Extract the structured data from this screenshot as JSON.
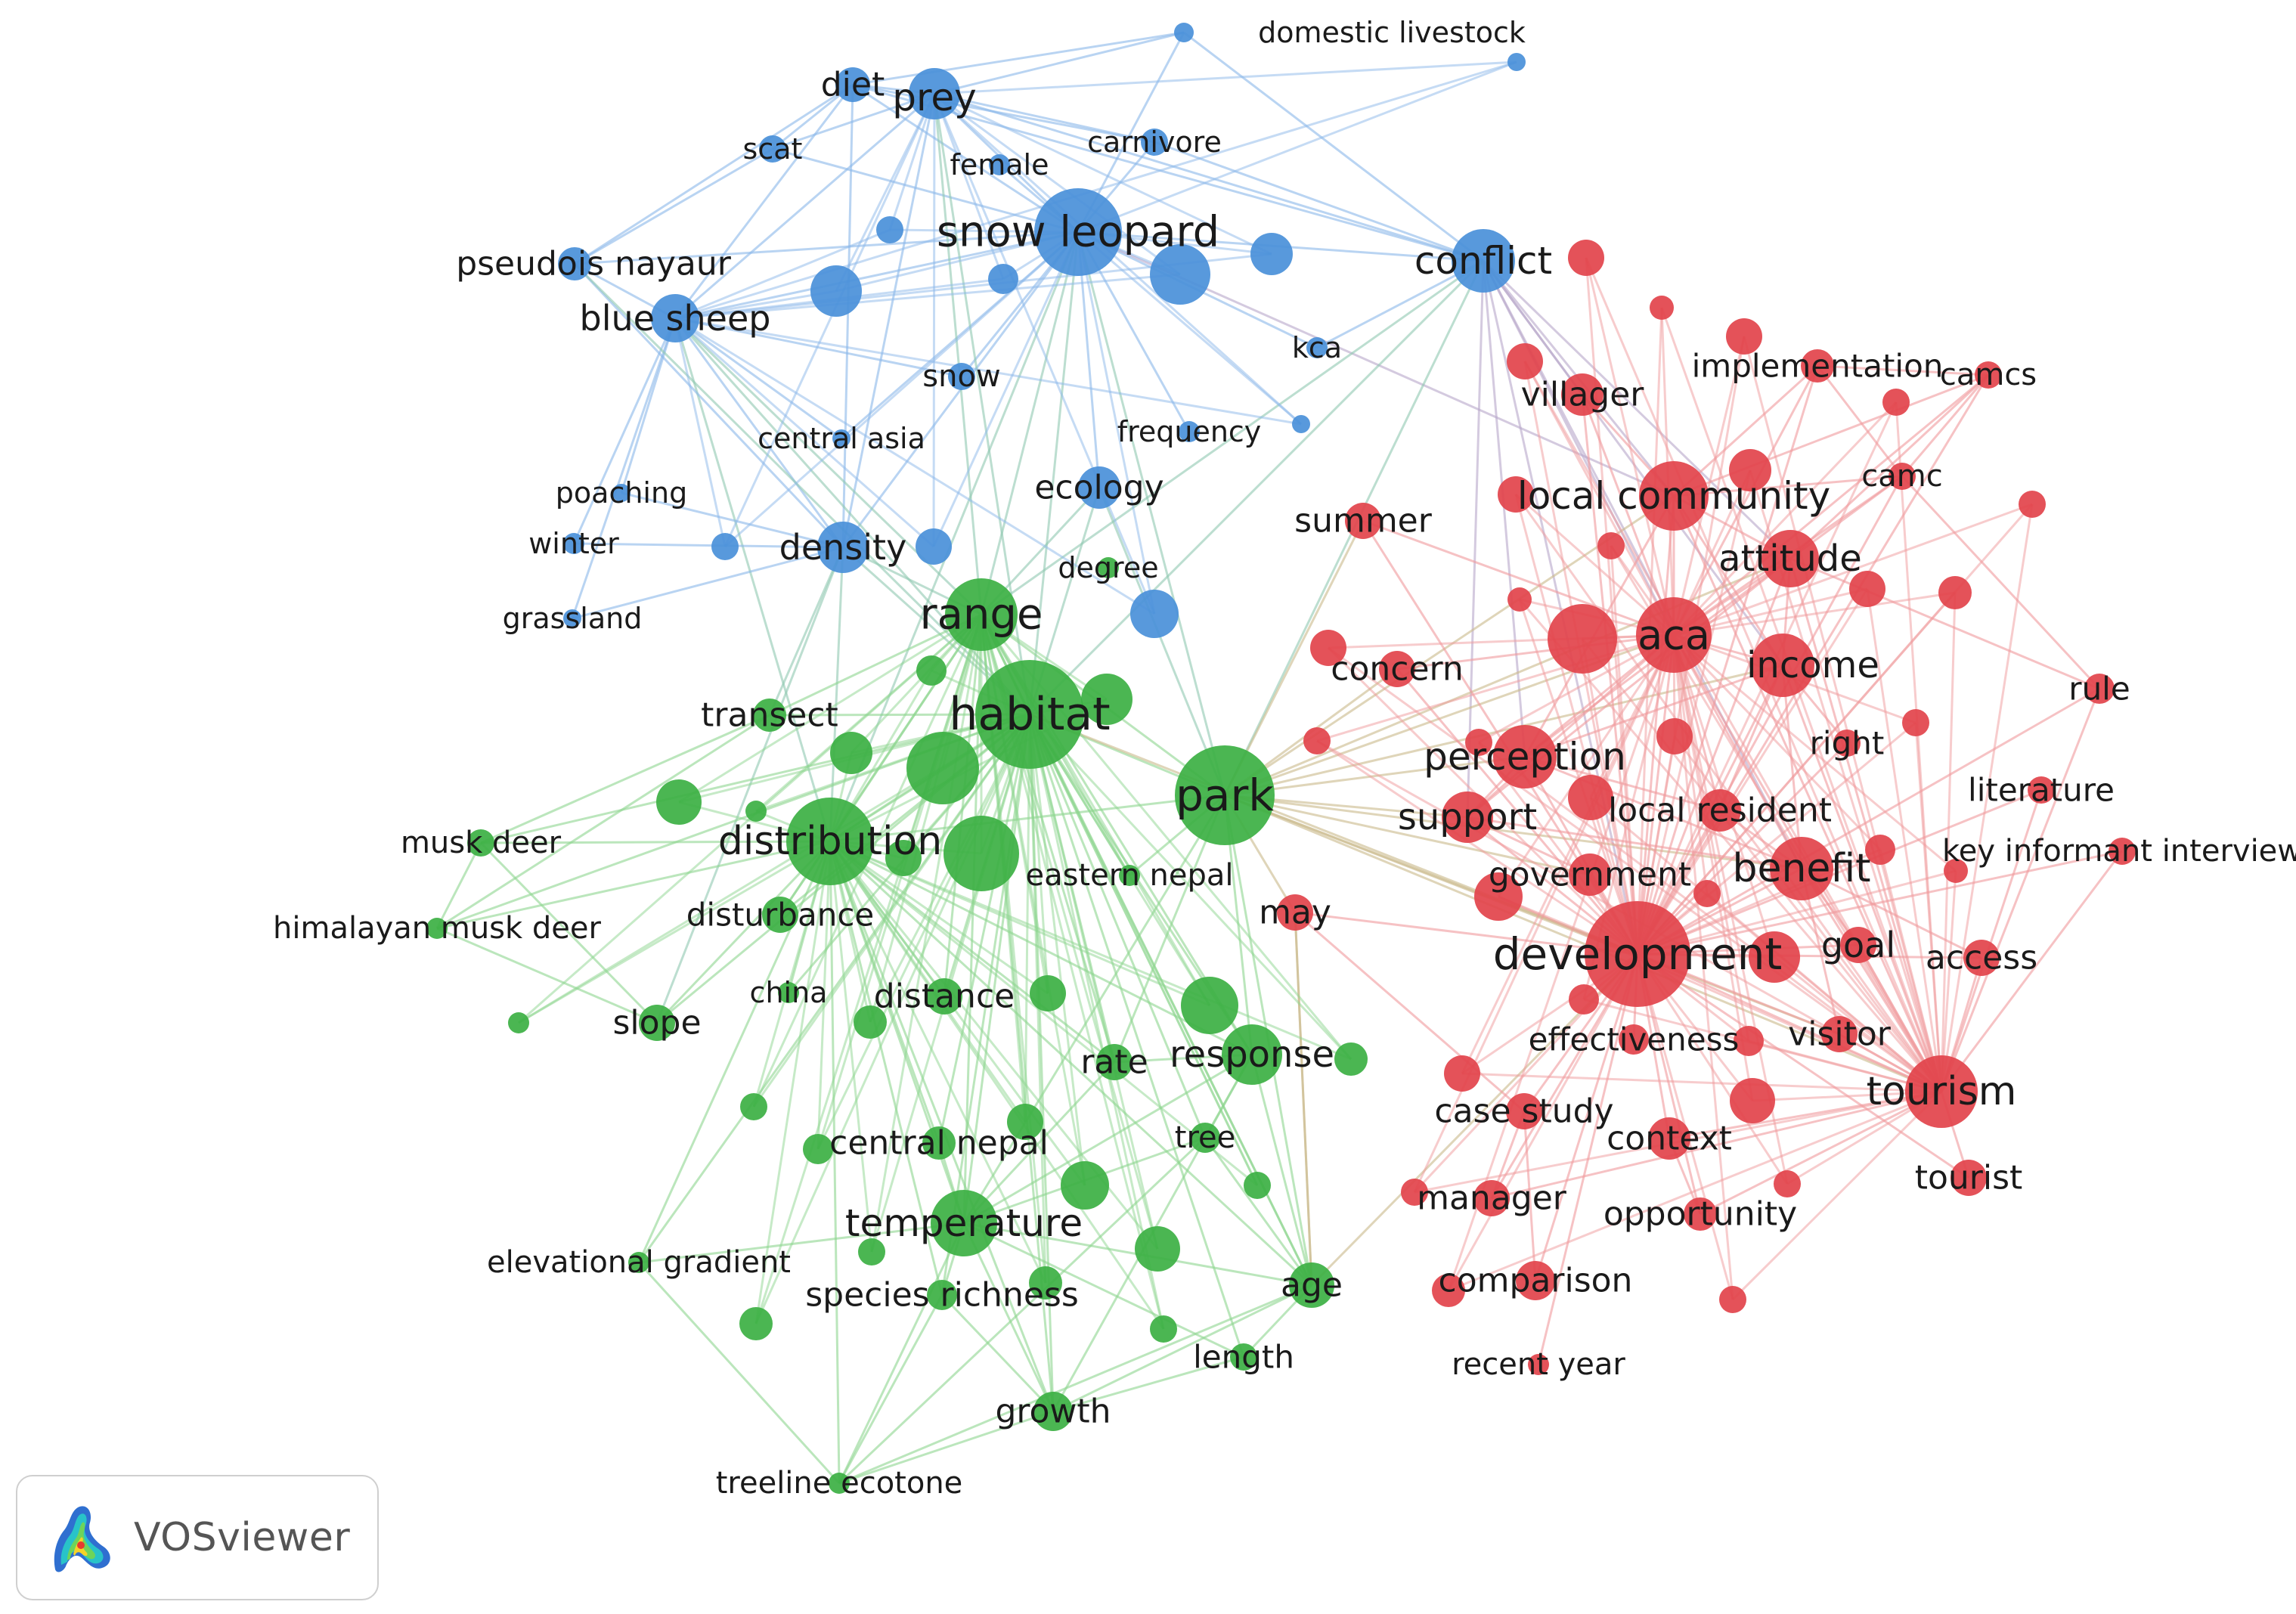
{
  "logo": {
    "name": "VOSviewer"
  },
  "colors": {
    "blue": "#4a90d9",
    "green": "#3cb043",
    "red": "#e2434b",
    "blue_link": "#8bb8ea",
    "green_link": "#8ed68f",
    "red_link": "#f0999c",
    "mixed_link": "#b7a6c9",
    "label": "#1a1a1a"
  },
  "clusters": [
    {
      "id": "blue",
      "color": "#4a90d9"
    },
    {
      "id": "green",
      "color": "#3cb043"
    },
    {
      "id": "red",
      "color": "#e2434b"
    }
  ],
  "nodes": [
    {
      "id": "domestic-livestock",
      "label": "domestic livestock",
      "cluster": "blue",
      "weight": 1
    },
    {
      "id": "diet",
      "label": "diet",
      "cluster": "blue",
      "weight": 2
    },
    {
      "id": "prey",
      "label": "prey",
      "cluster": "blue",
      "weight": 3
    },
    {
      "id": "scat",
      "label": "scat",
      "cluster": "blue",
      "weight": 1
    },
    {
      "id": "female",
      "label": "female",
      "cluster": "blue",
      "weight": 1
    },
    {
      "id": "carnivore",
      "label": "carnivore",
      "cluster": "blue",
      "weight": 1
    },
    {
      "id": "snow-leopard",
      "label": "snow leopard",
      "cluster": "blue",
      "weight": 5
    },
    {
      "id": "pseudois-nayaur",
      "label": "pseudois nayaur",
      "cluster": "blue",
      "weight": 1
    },
    {
      "id": "blue-sheep",
      "label": "blue sheep",
      "cluster": "blue",
      "weight": 3
    },
    {
      "id": "conflict",
      "label": "conflict",
      "cluster": "blue",
      "weight": 4
    },
    {
      "id": "snow",
      "label": "snow",
      "cluster": "blue",
      "weight": 1
    },
    {
      "id": "kca",
      "label": "kca",
      "cluster": "blue",
      "weight": 1
    },
    {
      "id": "central-asia",
      "label": "central asia",
      "cluster": "blue",
      "weight": 1
    },
    {
      "id": "frequency",
      "label": "frequency",
      "cluster": "blue",
      "weight": 1
    },
    {
      "id": "poaching",
      "label": "poaching",
      "cluster": "blue",
      "weight": 1
    },
    {
      "id": "ecology",
      "label": "ecology",
      "cluster": "blue",
      "weight": 2
    },
    {
      "id": "winter",
      "label": "winter",
      "cluster": "blue",
      "weight": 1
    },
    {
      "id": "density",
      "label": "density",
      "cluster": "blue",
      "weight": 3
    },
    {
      "id": "grassland",
      "label": "grassland",
      "cluster": "blue",
      "weight": 1
    },
    {
      "id": "range",
      "label": "range",
      "cluster": "green",
      "weight": 5
    },
    {
      "id": "degree",
      "label": "degree",
      "cluster": "green",
      "weight": 1
    },
    {
      "id": "habitat",
      "label": "habitat",
      "cluster": "green",
      "weight": 6
    },
    {
      "id": "transect",
      "label": "transect",
      "cluster": "green",
      "weight": 2
    },
    {
      "id": "park",
      "label": "park",
      "cluster": "green",
      "weight": 5
    },
    {
      "id": "musk-deer",
      "label": "musk deer",
      "cluster": "green",
      "weight": 1
    },
    {
      "id": "distribution",
      "label": "distribution",
      "cluster": "green",
      "weight": 5
    },
    {
      "id": "eastern-nepal",
      "label": "eastern nepal",
      "cluster": "green",
      "weight": 1
    },
    {
      "id": "himalayan-musk-deer",
      "label": "himalayan musk deer",
      "cluster": "green",
      "weight": 1
    },
    {
      "id": "disturbance",
      "label": "disturbance",
      "cluster": "green",
      "weight": 2
    },
    {
      "id": "china",
      "label": "china",
      "cluster": "green",
      "weight": 1
    },
    {
      "id": "distance",
      "label": "distance",
      "cluster": "green",
      "weight": 2
    },
    {
      "id": "slope",
      "label": "slope",
      "cluster": "green",
      "weight": 2
    },
    {
      "id": "rate",
      "label": "rate",
      "cluster": "green",
      "weight": 2
    },
    {
      "id": "response",
      "label": "response",
      "cluster": "green",
      "weight": 3
    },
    {
      "id": "central-nepal",
      "label": "central nepal",
      "cluster": "green",
      "weight": 2
    },
    {
      "id": "tree",
      "label": "tree",
      "cluster": "green",
      "weight": 1
    },
    {
      "id": "temperature",
      "label": "temperature",
      "cluster": "green",
      "weight": 4
    },
    {
      "id": "elevational-gradient",
      "label": "elevational gradient",
      "cluster": "green",
      "weight": 1
    },
    {
      "id": "species-richness",
      "label": "species richness",
      "cluster": "green",
      "weight": 2
    },
    {
      "id": "age",
      "label": "age",
      "cluster": "green",
      "weight": 2
    },
    {
      "id": "length",
      "label": "length",
      "cluster": "green",
      "weight": 1
    },
    {
      "id": "growth",
      "label": "growth",
      "cluster": "green",
      "weight": 2
    },
    {
      "id": "treeline-ecotone",
      "label": "treeline ecotone",
      "cluster": "green",
      "weight": 1
    },
    {
      "id": "implementation",
      "label": "implementation",
      "cluster": "red",
      "weight": 1
    },
    {
      "id": "camcs",
      "label": "camcs",
      "cluster": "red",
      "weight": 1
    },
    {
      "id": "villager",
      "label": "villager",
      "cluster": "red",
      "weight": 2
    },
    {
      "id": "camc",
      "label": "camc",
      "cluster": "red",
      "weight": 1
    },
    {
      "id": "local-community",
      "label": "local community",
      "cluster": "red",
      "weight": 3
    },
    {
      "id": "summer",
      "label": "summer",
      "cluster": "red",
      "weight": 2
    },
    {
      "id": "attitude",
      "label": "attitude",
      "cluster": "red",
      "weight": 3
    },
    {
      "id": "aca",
      "label": "aca",
      "cluster": "red",
      "weight": 4
    },
    {
      "id": "income",
      "label": "income",
      "cluster": "red",
      "weight": 3
    },
    {
      "id": "concern",
      "label": "concern",
      "cluster": "red",
      "weight": 1
    },
    {
      "id": "rule",
      "label": "rule",
      "cluster": "red",
      "weight": 1
    },
    {
      "id": "right",
      "label": "right",
      "cluster": "red",
      "weight": 1
    },
    {
      "id": "perception",
      "label": "perception",
      "cluster": "red",
      "weight": 4
    },
    {
      "id": "literature",
      "label": "literature",
      "cluster": "red",
      "weight": 1
    },
    {
      "id": "support",
      "label": "support",
      "cluster": "red",
      "weight": 3
    },
    {
      "id": "local-resident",
      "label": "local resident",
      "cluster": "red",
      "weight": 2
    },
    {
      "id": "key-informant-interview",
      "label": "key informant interview",
      "cluster": "red",
      "weight": 1
    },
    {
      "id": "benefit",
      "label": "benefit",
      "cluster": "red",
      "weight": 4
    },
    {
      "id": "government",
      "label": "government",
      "cluster": "red",
      "weight": 2
    },
    {
      "id": "may",
      "label": "may",
      "cluster": "red",
      "weight": 2
    },
    {
      "id": "development",
      "label": "development",
      "cluster": "red",
      "weight": 6
    },
    {
      "id": "goal",
      "label": "goal",
      "cluster": "red",
      "weight": 2
    },
    {
      "id": "access",
      "label": "access",
      "cluster": "red",
      "weight": 2
    },
    {
      "id": "effectiveness",
      "label": "effectiveness",
      "cluster": "red",
      "weight": 1
    },
    {
      "id": "visitor",
      "label": "visitor",
      "cluster": "red",
      "weight": 2
    },
    {
      "id": "tourism",
      "label": "tourism",
      "cluster": "red",
      "weight": 4
    },
    {
      "id": "case-study",
      "label": "case study",
      "cluster": "red",
      "weight": 2
    },
    {
      "id": "context",
      "label": "context",
      "cluster": "red",
      "weight": 2
    },
    {
      "id": "tourist",
      "label": "tourist",
      "cluster": "red",
      "weight": 2
    },
    {
      "id": "manager",
      "label": "manager",
      "cluster": "red",
      "weight": 2
    },
    {
      "id": "opportunity",
      "label": "opportunity",
      "cluster": "red",
      "weight": 2
    },
    {
      "id": "comparison",
      "label": "comparison",
      "cluster": "red",
      "weight": 2
    },
    {
      "id": "recent-year",
      "label": "recent year",
      "cluster": "red",
      "weight": 1
    }
  ]
}
